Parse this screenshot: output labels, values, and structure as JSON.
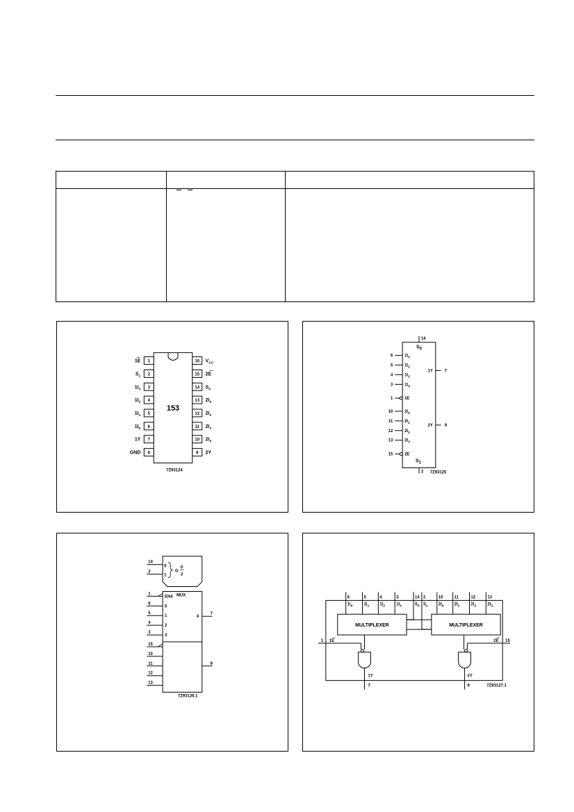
{
  "pin_config": {
    "part_number": "153",
    "left_pins": [
      {
        "num": "1",
        "name": "1E",
        "bar": true
      },
      {
        "num": "2",
        "name": "S",
        "sub": "1"
      },
      {
        "num": "3",
        "name": "1I",
        "sub": "3"
      },
      {
        "num": "4",
        "name": "1I",
        "sub": "2"
      },
      {
        "num": "5",
        "name": "1I",
        "sub": "1"
      },
      {
        "num": "6",
        "name": "1I",
        "sub": "0"
      },
      {
        "num": "7",
        "name": "1Y"
      },
      {
        "num": "8",
        "name": "GND"
      }
    ],
    "right_pins": [
      {
        "num": "16",
        "name": "V",
        "sub": "CC"
      },
      {
        "num": "15",
        "name": "2E",
        "bar": true
      },
      {
        "num": "14",
        "name": "S",
        "sub": "0"
      },
      {
        "num": "13",
        "name": "2I",
        "sub": "3"
      },
      {
        "num": "12",
        "name": "2I",
        "sub": "2"
      },
      {
        "num": "11",
        "name": "2I",
        "sub": "1"
      },
      {
        "num": "10",
        "name": "2I",
        "sub": "0"
      },
      {
        "num": "9",
        "name": "2Y"
      }
    ],
    "code": "7Z93124"
  },
  "logic_symbol": {
    "top_pin": {
      "num": "14",
      "name": "S",
      "sub": "0"
    },
    "bottom_pin": {
      "num": "2",
      "name": "S",
      "sub": "1"
    },
    "inputs": [
      {
        "num": "6",
        "name": "1I",
        "sub": "0"
      },
      {
        "num": "5",
        "name": "1I",
        "sub": "1"
      },
      {
        "num": "4",
        "name": "1I",
        "sub": "2"
      },
      {
        "num": "3",
        "name": "1I",
        "sub": "3"
      },
      {
        "num": "1",
        "name": "1E",
        "bubble": true
      },
      {
        "num": "10",
        "name": "2I",
        "sub": "0"
      },
      {
        "num": "11",
        "name": "2I",
        "sub": "1"
      },
      {
        "num": "12",
        "name": "2I",
        "sub": "2"
      },
      {
        "num": "13",
        "name": "2I",
        "sub": "3"
      },
      {
        "num": "15",
        "name": "2E",
        "bubble": true
      }
    ],
    "outputs": [
      {
        "num": "7",
        "name": "1Y"
      },
      {
        "num": "9",
        "name": "2Y"
      }
    ],
    "code": "7Z93125"
  },
  "iec_symbol": {
    "select_pins": [
      {
        "num": "14",
        "label": "0"
      },
      {
        "num": "2",
        "label": "1"
      }
    ],
    "g_label": "G",
    "g_num": "0",
    "g_den": "3",
    "en_label": "EN4",
    "mux_label": "MUX",
    "upper_pins": [
      {
        "num": "1",
        "label": "EN4"
      },
      {
        "num": "6",
        "label": "0"
      },
      {
        "num": "5",
        "label": "1"
      },
      {
        "num": "4",
        "label": "2"
      },
      {
        "num": "3",
        "label": "3"
      }
    ],
    "lower_pins": [
      "15",
      "10",
      "11",
      "12",
      "13"
    ],
    "out_label": "4",
    "out_upper": "7",
    "out_lower": "9",
    "code": "7Z93126.1"
  },
  "functional_diagram": {
    "top_pins": [
      {
        "num": "6",
        "name": "1I",
        "sub": "0"
      },
      {
        "num": "5",
        "name": "1I",
        "sub": "1"
      },
      {
        "num": "4",
        "name": "1I",
        "sub": "2"
      },
      {
        "num": "3",
        "name": "1I",
        "sub": "3"
      },
      {
        "num": "14",
        "name": "S",
        "sub": "0"
      },
      {
        "num": "2",
        "name": "S",
        "sub": "1"
      },
      {
        "num": "10",
        "name": "2I",
        "sub": "0"
      },
      {
        "num": "11",
        "name": "2I",
        "sub": "1"
      },
      {
        "num": "12",
        "name": "2I",
        "sub": "2"
      },
      {
        "num": "13",
        "name": "2I",
        "sub": "3"
      }
    ],
    "mux_label": "MULTIPLEXER",
    "e1": {
      "num": "1",
      "name": "1E"
    },
    "e2": {
      "num": "15",
      "name": "2E"
    },
    "y1": {
      "num": "7",
      "name": "1Y"
    },
    "y2": {
      "num": "9",
      "name": "2Y"
    },
    "code": "7Z93127.1"
  }
}
